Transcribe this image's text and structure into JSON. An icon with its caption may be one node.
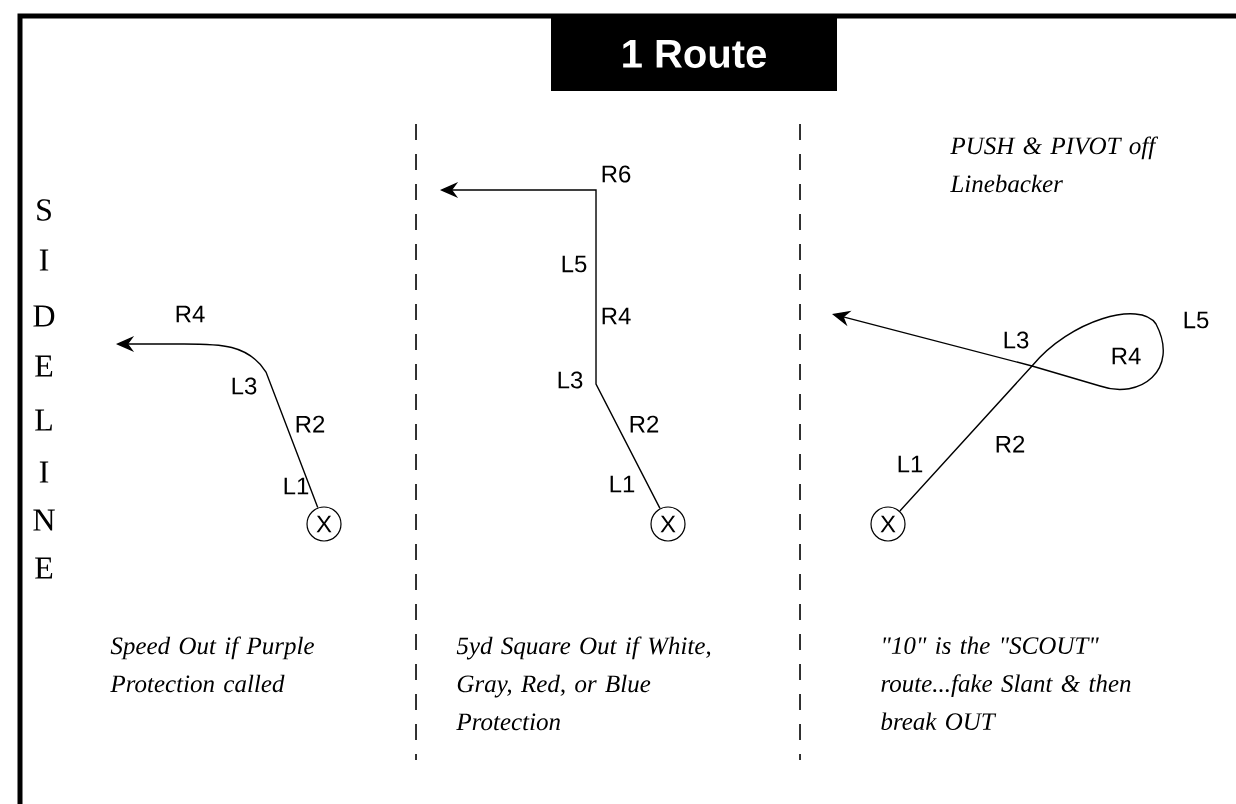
{
  "diagram": {
    "title": "1 Route",
    "nodes": [
      {
        "text": [
          "X"
        ]
      },
      {
        "text": [
          "X"
        ]
      },
      {
        "text": [
          "X"
        ]
      }
    ],
    "edges": [
      {
        "from": 0,
        "to": null,
        "arrow": "to"
      },
      {
        "from": 1,
        "to": null,
        "arrow": "to"
      },
      {
        "from": 2,
        "to": null,
        "arrow": "to"
      }
    ],
    "labels": [
      "S",
      "I",
      "D",
      "E",
      "L",
      "I",
      "N",
      "E",
      "R4",
      "L3",
      "R2",
      "L1",
      "Speed Out if Purple Protection called",
      "R6",
      "L5",
      "R4",
      "L3",
      "R2",
      "L1",
      "5yd Square Out if White, Gray, Red, or Blue Protection",
      "PUSH & PIVOT off Linebacker",
      "L3",
      "R4",
      "L5",
      "R2",
      "L1",
      "\"10\" is the \"SCOUT\" route...fake Slant & then break OUT"
    ]
  }
}
